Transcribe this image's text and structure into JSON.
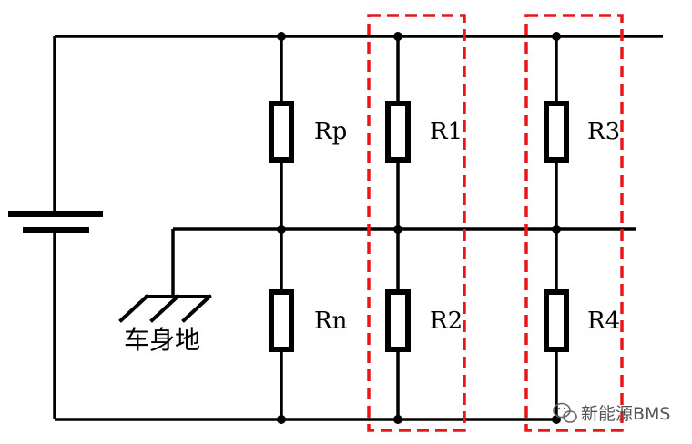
{
  "diagram": {
    "resistors": [
      {
        "id": "rp",
        "label": "Rp"
      },
      {
        "id": "rn",
        "label": "Rn"
      },
      {
        "id": "r1",
        "label": "R1"
      },
      {
        "id": "r2",
        "label": "R2"
      },
      {
        "id": "r3",
        "label": "R3"
      },
      {
        "id": "r4",
        "label": "R4"
      }
    ],
    "ground_label": "车身地",
    "watermark": "新能源BMS",
    "colors": {
      "wire": "#000000",
      "highlight_box": "#e8161b",
      "background": "#ffffff"
    },
    "icons": [
      "battery-icon",
      "chassis-ground-icon",
      "wechat-logo-icon"
    ]
  }
}
